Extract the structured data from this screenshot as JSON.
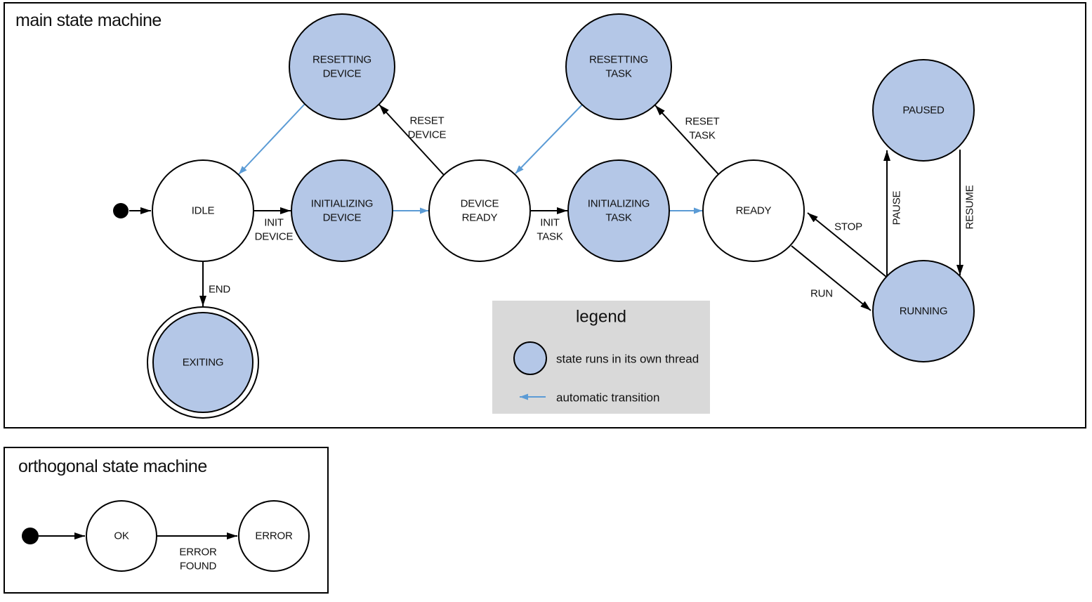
{
  "colors": {
    "thread_state_fill": "#b4c7e7",
    "auto_transition": "#5b9bd5",
    "legend_bg": "#d9d9d9"
  },
  "main_machine": {
    "title": "main state machine",
    "states": {
      "idle": {
        "label": "IDLE"
      },
      "initializing_device": {
        "line1": "INITIALIZING",
        "line2": "DEVICE"
      },
      "resetting_device": {
        "line1": "RESETTING",
        "line2": "DEVICE"
      },
      "device_ready": {
        "line1": "DEVICE",
        "line2": "READY"
      },
      "initializing_task": {
        "line1": "INITIALIZING",
        "line2": "TASK"
      },
      "resetting_task": {
        "line1": "RESETTING",
        "line2": "TASK"
      },
      "ready": {
        "label": "READY"
      },
      "paused": {
        "label": "PAUSED"
      },
      "running": {
        "label": "RUNNING"
      },
      "exiting": {
        "label": "EXITING"
      }
    },
    "transitions": {
      "init_device": {
        "line1": "INIT",
        "line2": "DEVICE"
      },
      "reset_device": {
        "line1": "RESET",
        "line2": "DEVICE"
      },
      "init_task": {
        "line1": "INIT",
        "line2": "TASK"
      },
      "reset_task": {
        "line1": "RESET",
        "line2": "TASK"
      },
      "end": {
        "label": "END"
      },
      "run": {
        "label": "RUN"
      },
      "stop": {
        "label": "STOP"
      },
      "pause": {
        "label": "PAUSE"
      },
      "resume": {
        "label": "RESUME"
      }
    }
  },
  "legend": {
    "title": "legend",
    "items": [
      {
        "label": "state runs in its own thread"
      },
      {
        "label": "automatic transition"
      }
    ]
  },
  "orthogonal_machine": {
    "title": "orthogonal state machine",
    "states": {
      "ok": {
        "label": "OK"
      },
      "error": {
        "label": "ERROR"
      }
    },
    "transitions": {
      "error_found": {
        "line1": "ERROR",
        "line2": "FOUND"
      }
    }
  }
}
